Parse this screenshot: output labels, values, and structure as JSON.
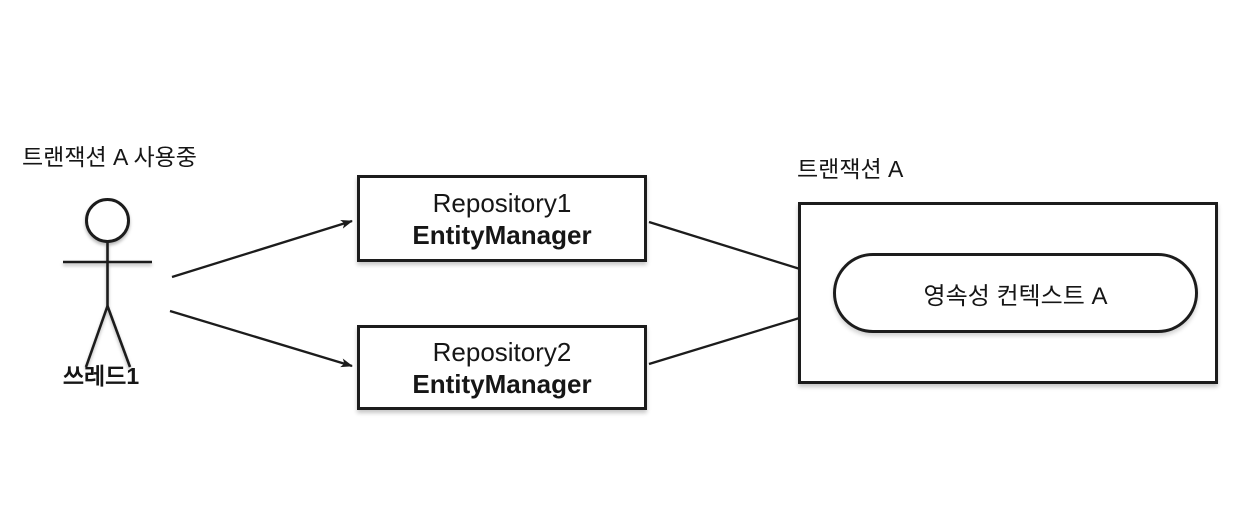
{
  "diagram": {
    "actor": {
      "status_label": "트랜잭션 A 사용중",
      "name_label": "쓰레드1"
    },
    "repositories": [
      {
        "title": "Repository1",
        "subtitle": "EntityManager"
      },
      {
        "title": "Repository2",
        "subtitle": "EntityManager"
      }
    ],
    "transaction": {
      "title": "트랜잭션 A",
      "context_label": "영속성 컨텍스트 A"
    },
    "colors": {
      "line": "#1c1c1c",
      "text": "#161616",
      "background": "#ffffff"
    }
  }
}
